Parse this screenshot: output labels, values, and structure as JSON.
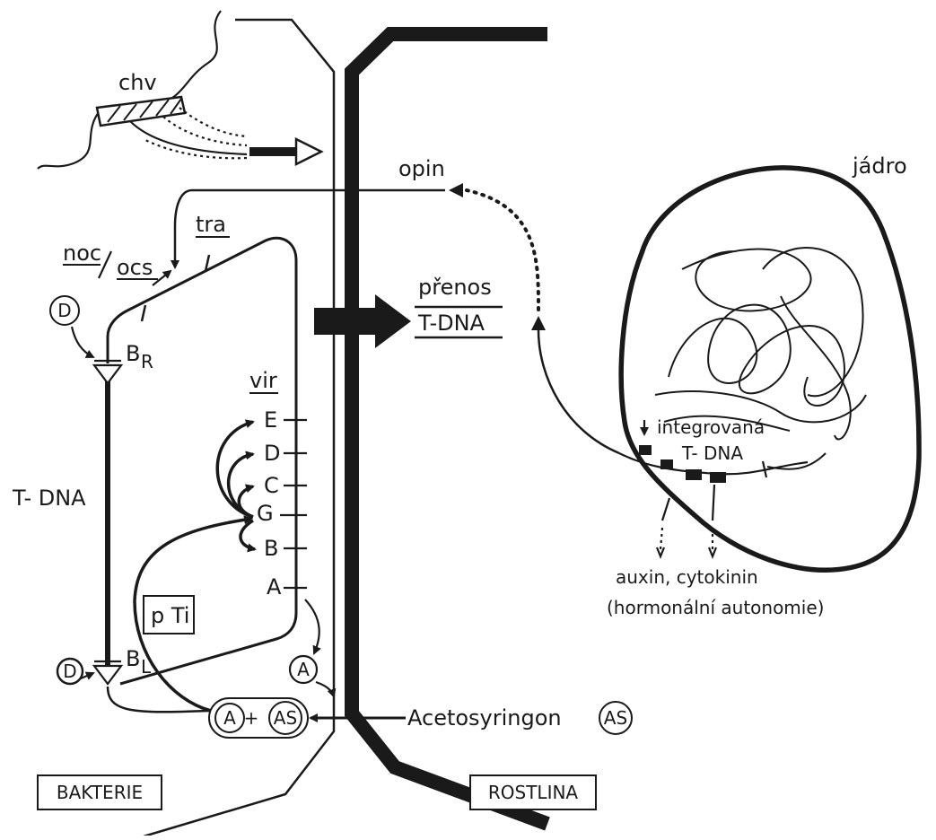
{
  "labels": {
    "flagellum": "chv",
    "opine": "opin",
    "nucleus": "jádro",
    "noc": "noc",
    "ocs": "ocs",
    "tra": "tra",
    "vir": "vir",
    "transfer_line1": "přenos",
    "transfer_line2": "T-DNA",
    "integrated_line1": "integrovaná",
    "integrated_line2": "T- DNA",
    "hormones_line1": "auxin, cytokinin",
    "hormones_line2": "(hormonální autonomie)",
    "right_border": "B",
    "right_border_sub": "R",
    "left_border": "B",
    "left_border_sub": "L",
    "tdna_side": "T- DNA",
    "plasmid": "p Ti",
    "vir_genes": [
      "E",
      "D",
      "C",
      "G",
      "B",
      "A"
    ],
    "protein_d": "D",
    "protein_a": "A",
    "complex_a": "A",
    "complex_plus": "+",
    "complex_as": "AS",
    "acetosyringone": "Acetosyringon",
    "as_symbol": "AS",
    "bacterium": "BAKTERIE",
    "plant": "ROSTLINA"
  },
  "colors": {
    "ink": "#1a1a1a",
    "paper": "#ffffff"
  }
}
